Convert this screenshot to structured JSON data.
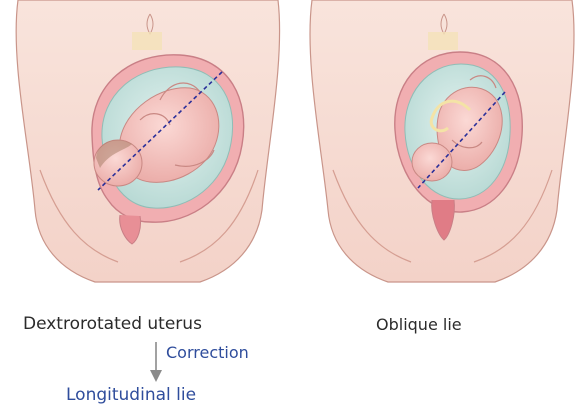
{
  "labels": {
    "left_caption": "Dextrorotated uterus",
    "right_caption": "Oblique lie",
    "correction": "Correction",
    "result": "Longitudinal lie"
  },
  "colors": {
    "skin": "#f7dcd3",
    "skin_outline": "#c9958a",
    "uterus_wall": "#f1aeb1",
    "amniotic_fluid": "#cde6e3",
    "fetus": "#f6c6c2",
    "axis_line": "#2a2f9a",
    "annotation_blue": "#2f4d9c"
  },
  "icons": {
    "arrow": "down-arrow-icon",
    "left_figure": "dextrorotated-uterus-illustration",
    "right_figure": "oblique-lie-illustration"
  }
}
